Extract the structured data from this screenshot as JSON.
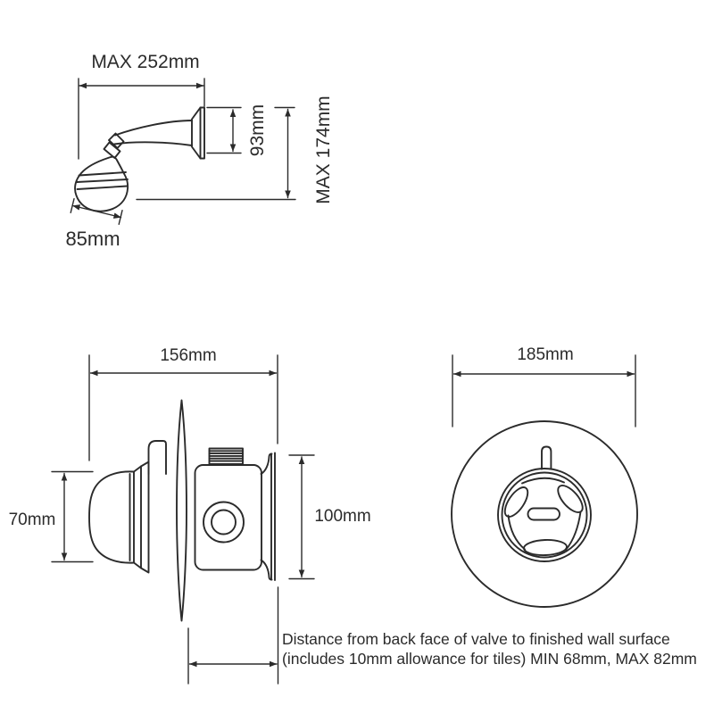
{
  "views": {
    "shower_arm": {
      "name": "shower head and arm side view",
      "labels": {
        "max_width": "MAX 252mm",
        "flange_height": "93mm",
        "max_height": "MAX 174mm",
        "head_diameter": "85mm"
      }
    },
    "valve_side": {
      "name": "concealed valve side view",
      "labels": {
        "width": "156mm",
        "knob_height": "70mm",
        "flange_height": "100mm"
      }
    },
    "valve_front": {
      "name": "valve front view",
      "labels": {
        "plate_diameter": "185mm"
      }
    }
  },
  "note": {
    "line1": "Distance from back face of valve to finished wall surface",
    "line2": "(includes 10mm allowance for tiles) MIN 68mm, MAX 82mm"
  },
  "colors": {
    "line": "#2b2b2b",
    "background": "#ffffff"
  }
}
